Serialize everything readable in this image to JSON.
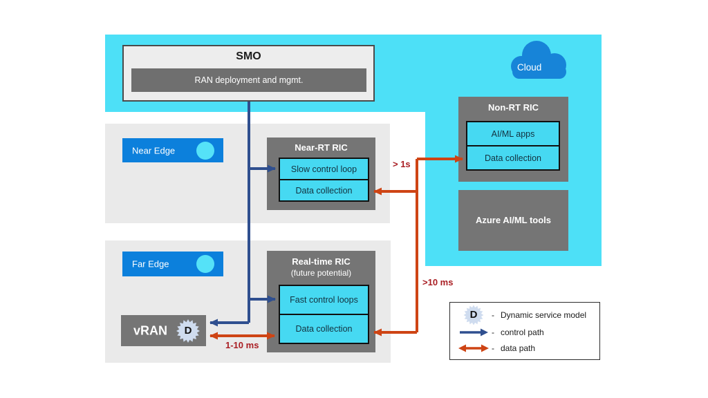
{
  "smo": {
    "title": "SMO",
    "subsystem": "RAN deployment and mgmt."
  },
  "cloud": {
    "label": "Cloud"
  },
  "non_rt_ric": {
    "title": "Non-RT RIC",
    "rows": [
      "AI/ML apps",
      "Data collection"
    ]
  },
  "azure_tools": {
    "label": "Azure AI/ML tools"
  },
  "edges": {
    "near": "Near Edge",
    "far": "Far Edge"
  },
  "near_rt_ric": {
    "title": "Near-RT RIC",
    "rows": [
      "Slow control loop",
      "Data collection"
    ]
  },
  "realtime_ric": {
    "title": "Real-time RIC",
    "subtitle": "(future potential)",
    "rows": [
      "Fast control loops",
      "Data collection"
    ]
  },
  "vran": {
    "label": "vRAN",
    "badge": "D"
  },
  "latency_labels": {
    "non_rt_path": "> 1s",
    "data_path_cloud": ">10 ms",
    "vran_path": "1-10 ms"
  },
  "legend": {
    "dash": "-",
    "items": [
      {
        "icon": "dynamic-service-model-icon",
        "label": "Dynamic service model"
      },
      {
        "icon": "control-path-arrow-icon",
        "label": "control path"
      },
      {
        "icon": "data-path-arrow-icon",
        "label": "data path"
      }
    ]
  },
  "colors": {
    "cyan_region": "#4DE0F7",
    "inner_cyan": "#46D9F2",
    "gray_box": "#757575",
    "panel_gray": "#EAEAEA",
    "edge_button_blue": "#0C80DC",
    "cloud_blue": "#1784D8",
    "control_path_blue": "#2F4F8F",
    "data_path_orange": "#CE4414",
    "latency_red": "#A91E23"
  }
}
